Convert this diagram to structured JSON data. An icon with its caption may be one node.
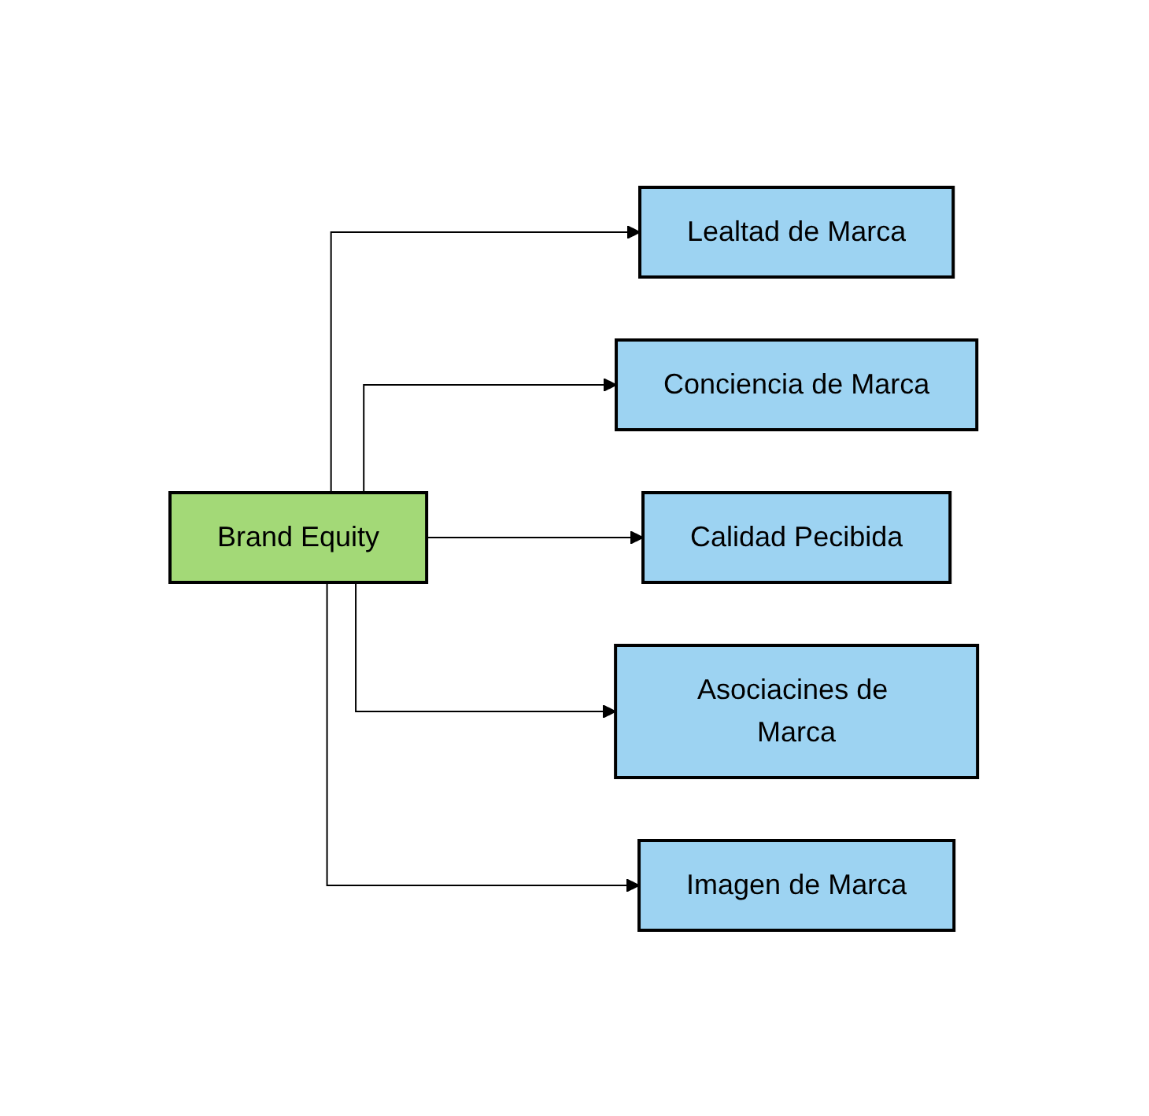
{
  "diagram": {
    "nodes": [
      {
        "text": [
          "Brand Equity"
        ]
      },
      {
        "text": [
          "Lealtad de Marca"
        ]
      },
      {
        "text": [
          "Conciencia de Marca"
        ]
      },
      {
        "text": [
          "Calidad Pecibida"
        ]
      },
      {
        "text": [
          "Asociacines de Marca"
        ]
      },
      {
        "text": [
          "Imagen de Marca"
        ]
      }
    ],
    "edges": [
      {
        "from": 0,
        "to": 1,
        "arrow": "to"
      },
      {
        "from": 0,
        "to": 2,
        "arrow": "to"
      },
      {
        "from": 0,
        "to": 3,
        "arrow": "to"
      },
      {
        "from": 0,
        "to": 4,
        "arrow": "to"
      },
      {
        "from": 0,
        "to": 5,
        "arrow": "to"
      }
    ]
  }
}
